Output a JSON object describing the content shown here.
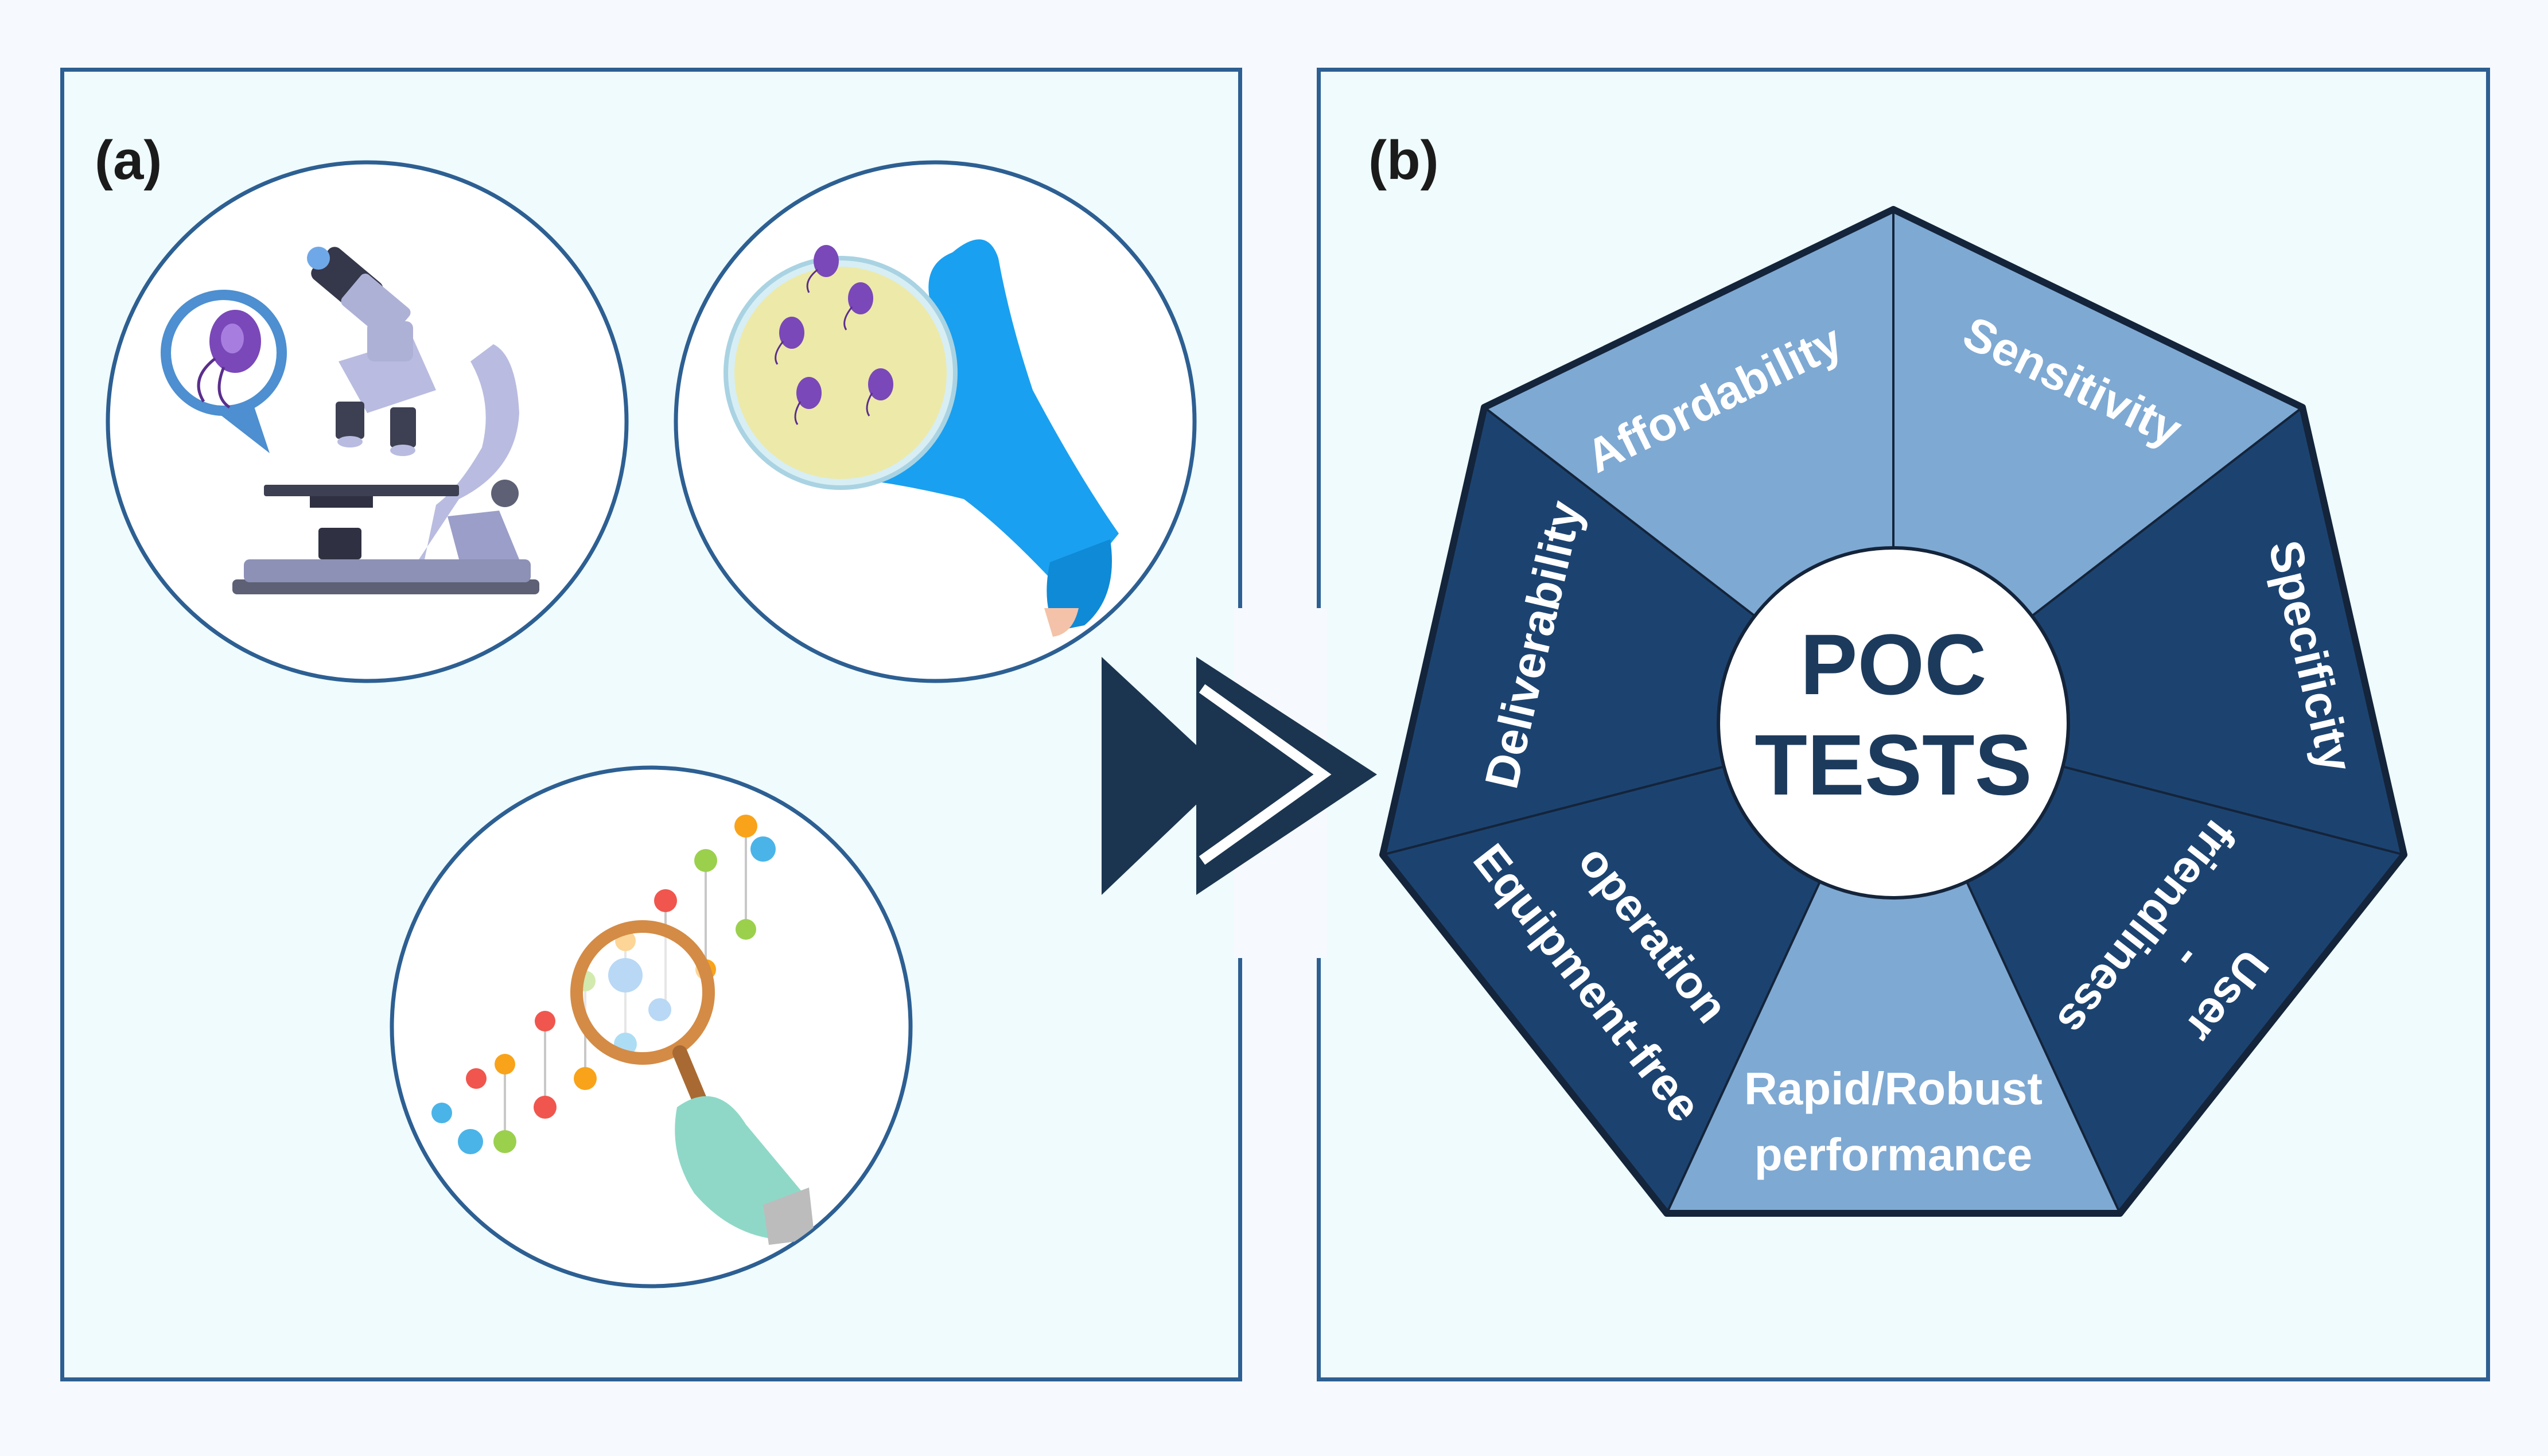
{
  "panel_a": {
    "label": "(a)",
    "circles": [
      {
        "name": "microscope-illustration"
      },
      {
        "name": "petri-dish-illustration"
      },
      {
        "name": "dna-magnifier-illustration"
      }
    ]
  },
  "panel_b": {
    "label": "(b)",
    "center": {
      "line1": "POC",
      "line2": "TESTS"
    },
    "segments": {
      "affordability": "Affordability",
      "sensitivity": "Sensitivity",
      "specificity": "Specificity",
      "user_line1": "User",
      "user_line2": "-",
      "user_line3": "friendliness",
      "rapid_line1": "Rapid/Robust",
      "rapid_line2": "performance",
      "equipment_line1": "Equipment-free",
      "equipment_line2": "operation",
      "deliverability": "Deliverability"
    }
  },
  "colors": {
    "light_segment": "#7ea9d3",
    "dark_segment": "#1c4370",
    "outline": "#14243a",
    "arrow": "#1b3550",
    "panel_border": "#2d5f92",
    "panel_fill": "#effbfd"
  }
}
